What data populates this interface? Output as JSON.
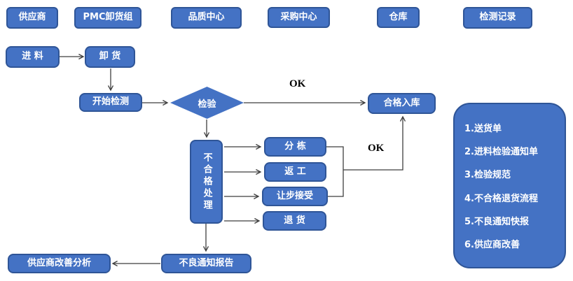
{
  "lanes": [
    {
      "label": "供应商"
    },
    {
      "label": "PMC卸货组"
    },
    {
      "label": "品质中心"
    },
    {
      "label": "采购中心"
    },
    {
      "label": "仓库"
    },
    {
      "label": "检测记录"
    }
  ],
  "nodes": {
    "incoming": {
      "label": "进 料"
    },
    "unload": {
      "label": "卸 货"
    },
    "start_inspection": {
      "label": "开始检测"
    },
    "inspection_decision": {
      "label": "检验"
    },
    "qualified_storage": {
      "label": "合格入库"
    },
    "nonconforming_handling": {
      "label": "不合格处理"
    },
    "sorting": {
      "label": "分 栋"
    },
    "rework": {
      "label": "返 工"
    },
    "concession_accept": {
      "label": "让步接受"
    },
    "return_goods": {
      "label": "退 货"
    },
    "defect_report": {
      "label": "不良通知报告"
    },
    "supplier_improvement_analysis": {
      "label": "供应商改善分析"
    }
  },
  "edge_labels": {
    "ok_inspection": "OK",
    "ok_rework": "OK"
  },
  "panel": {
    "items": [
      "1.送货单",
      "2.进料检验通知单",
      "3.检验规范",
      "4.不合格退货流程",
      "5.不良通知快报",
      "6.供应商改善"
    ]
  },
  "colors": {
    "node_fill": "#4472C4",
    "node_border": "#2F5597",
    "node_text": "#FFFFFF",
    "connector": "#3F3F3F",
    "background": "#FFFFFF"
  }
}
